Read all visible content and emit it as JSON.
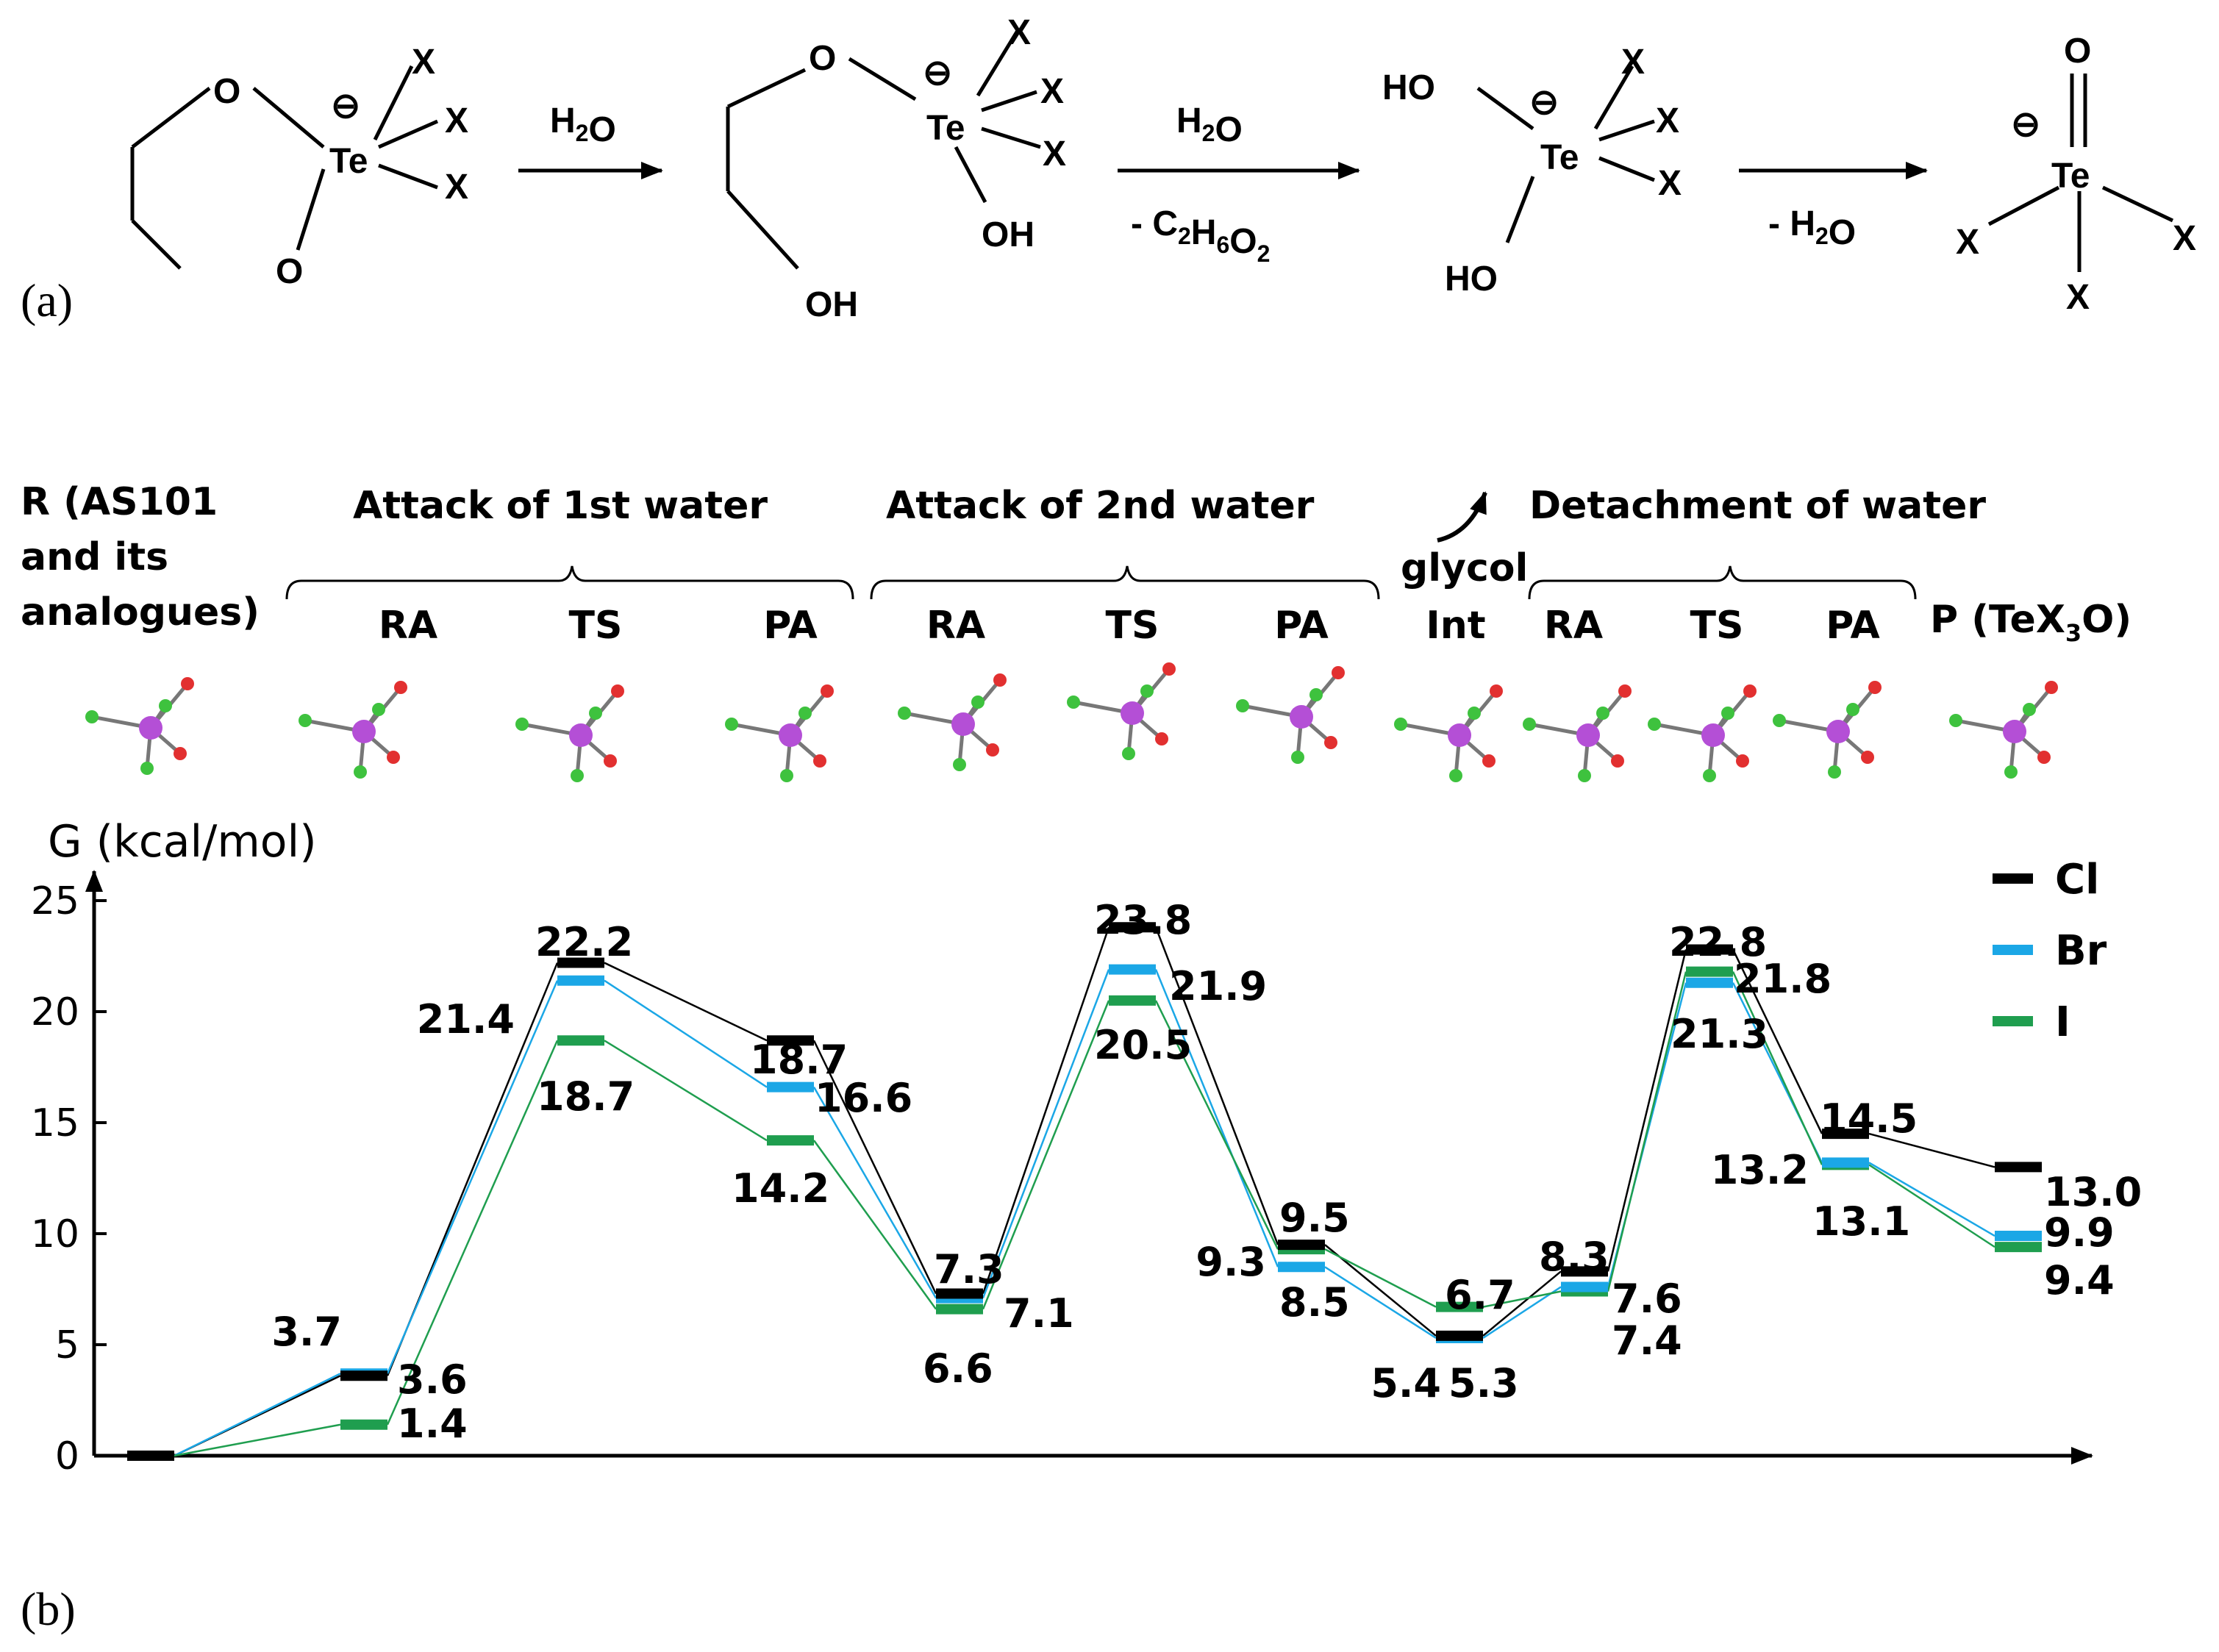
{
  "scheme": {
    "panel_label": "(a)",
    "step1_reagent": "H2O",
    "step2_reagent": "H2O",
    "step2_byproduct": "- C2H6O2",
    "step3_byproduct": "- H2O",
    "atoms": {
      "te": "Te",
      "o": "O",
      "x": "X",
      "oh": "OH",
      "ho": "HO",
      "charge": "⊖"
    }
  },
  "diagram": {
    "panel_label": "(b)",
    "r_label_line1": "R (AS101",
    "r_label_line2": "and its",
    "r_label_line3": "analogues)",
    "group1": "Attack of 1st water",
    "group2": "Attack of 2nd water",
    "group3": "Detachment of water",
    "glycol_label": "glycol",
    "p_label": "P (TeX3O)",
    "stages": [
      "RA",
      "TS",
      "PA",
      "RA",
      "TS",
      "PA",
      "Int",
      "RA",
      "TS",
      "PA"
    ]
  },
  "chart_data": {
    "type": "line",
    "ylabel": "G (kcal/mol)",
    "ylim": [
      0,
      25
    ],
    "yticks": [
      0,
      5,
      10,
      15,
      20,
      25
    ],
    "states": [
      "R",
      "RA1",
      "TS1",
      "PA1",
      "RA2",
      "TS2",
      "PA2",
      "Int",
      "RA3",
      "TS3",
      "PA3",
      "P"
    ],
    "legend_position": "top-right",
    "series": [
      {
        "name": "Cl",
        "color": "#000000",
        "values": [
          0,
          3.6,
          22.2,
          18.7,
          7.3,
          23.8,
          9.5,
          5.4,
          8.3,
          22.8,
          14.5,
          13.0
        ]
      },
      {
        "name": "Br",
        "color": "#1ba7e6",
        "values": [
          0,
          3.7,
          21.4,
          16.6,
          7.1,
          21.9,
          8.5,
          5.3,
          7.6,
          21.3,
          13.2,
          9.9
        ]
      },
      {
        "name": "I",
        "color": "#1f9e4f",
        "values": [
          0,
          1.4,
          18.7,
          14.2,
          6.6,
          20.5,
          9.3,
          6.7,
          7.4,
          21.8,
          13.1,
          9.4
        ]
      }
    ],
    "labels": [
      {
        "text": "3.7"
      },
      {
        "text": "3.6"
      },
      {
        "text": "1.4"
      },
      {
        "text": "22.2"
      },
      {
        "text": "21.4"
      },
      {
        "text": "18.7"
      },
      {
        "text": "18.7"
      },
      {
        "text": "16.6"
      },
      {
        "text": "14.2"
      },
      {
        "text": "7.3"
      },
      {
        "text": "7.1"
      },
      {
        "text": "6.6"
      },
      {
        "text": "23.8"
      },
      {
        "text": "21.9"
      },
      {
        "text": "20.5"
      },
      {
        "text": "9.5"
      },
      {
        "text": "9.3"
      },
      {
        "text": "8.5"
      },
      {
        "text": "6.7"
      },
      {
        "text": "5.4"
      },
      {
        "text": "5.3"
      },
      {
        "text": "8.3"
      },
      {
        "text": "7.6"
      },
      {
        "text": "7.4"
      },
      {
        "text": "22.8"
      },
      {
        "text": "21.8"
      },
      {
        "text": "21.3"
      },
      {
        "text": "14.5"
      },
      {
        "text": "13.2"
      },
      {
        "text": "13.1"
      },
      {
        "text": "13.0"
      },
      {
        "text": "9.9"
      },
      {
        "text": "9.4"
      }
    ]
  },
  "colors": {
    "cl": "#000000",
    "br": "#1ba7e6",
    "i": "#1f9e4f",
    "te_atom": "#b44fd6",
    "x_atom": "#3ec23e",
    "o_atom": "#e23030",
    "c_atom": "#888888",
    "h_atom": "#eeeeee"
  }
}
